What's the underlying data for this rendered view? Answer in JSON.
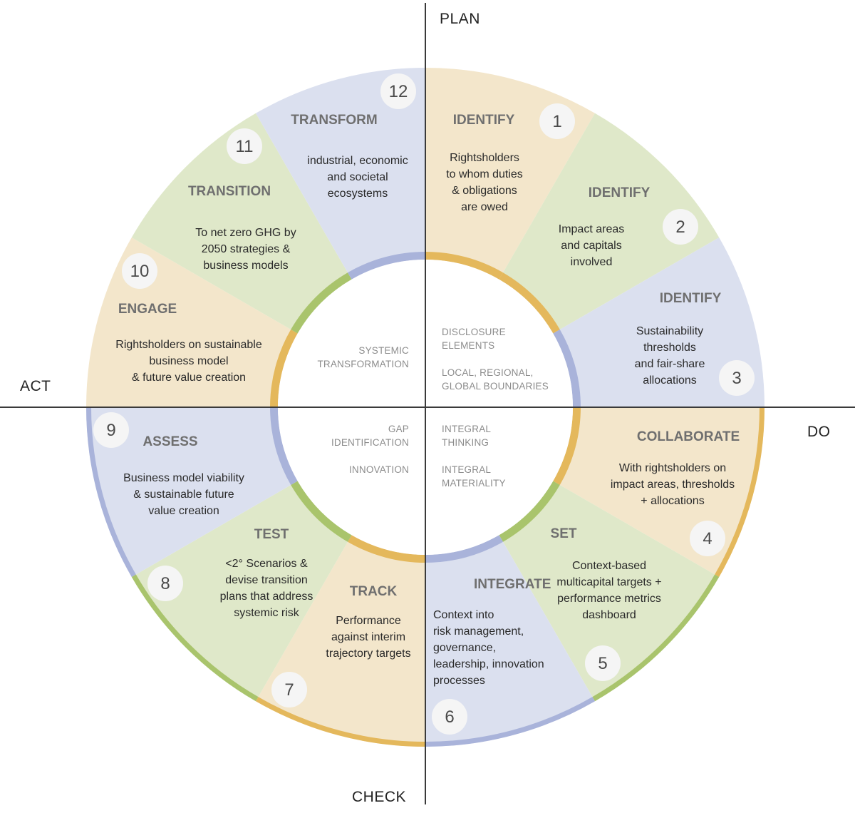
{
  "colors": {
    "tan": "#f3e6cb",
    "green": "#dfe8c9",
    "blue": "#dbe0ef",
    "tan_band": "#e4b85c",
    "green_band": "#a9c46c",
    "blue_band": "#a9b3da",
    "badge": "#f5f5f5",
    "axis": "#3a3a3a"
  },
  "axes": {
    "plan": "PLAN",
    "do": "DO",
    "check": "CHECK",
    "act": "ACT"
  },
  "segments": [
    {
      "id": "seg-1",
      "number": "1",
      "color": "tan",
      "band": "tan_band",
      "title": "IDENTIFY",
      "lines": [
        "Rightsholders",
        "to whom duties",
        "& obligations",
        "are owed"
      ]
    },
    {
      "id": "seg-2",
      "number": "2",
      "color": "green",
      "band": "tan_band",
      "title": "IDENTIFY",
      "lines": [
        "Impact areas",
        "and capitals",
        "involved"
      ]
    },
    {
      "id": "seg-3",
      "number": "3",
      "color": "blue",
      "band": "blue_band",
      "title": "IDENTIFY",
      "lines": [
        "Sustainability",
        "thresholds",
        "and fair-share",
        "allocations"
      ]
    },
    {
      "id": "seg-4",
      "number": "4",
      "color": "tan",
      "band": "tan_band",
      "title": "COLLABORATE",
      "lines": [
        "With rightsholders on",
        "impact areas, thresholds",
        "+ allocations"
      ]
    },
    {
      "id": "seg-5",
      "number": "5",
      "color": "green",
      "band": "green_band",
      "title": "SET",
      "lines": [
        "Context-based",
        "multicapital targets +",
        "performance metrics",
        "dashboard"
      ]
    },
    {
      "id": "seg-6",
      "number": "6",
      "color": "blue",
      "band": "blue_band",
      "title": "INTEGRATE",
      "lines": [
        "Context into",
        "risk management,",
        "governance,",
        "leadership, innovation",
        "processes"
      ]
    },
    {
      "id": "seg-7",
      "number": "7",
      "color": "tan",
      "band": "tan_band",
      "title": "TRACK",
      "lines": [
        "Performance",
        "against interim",
        "trajectory targets"
      ]
    },
    {
      "id": "seg-8",
      "number": "8",
      "color": "green",
      "band": "green_band",
      "title": "TEST",
      "lines": [
        "<2° Scenarios &",
        "devise transition",
        "plans that address",
        "systemic risk"
      ]
    },
    {
      "id": "seg-9",
      "number": "9",
      "color": "blue",
      "band": "blue_band",
      "title": "ASSESS",
      "lines": [
        "Business model viability",
        "& sustainable future",
        "value creation"
      ]
    },
    {
      "id": "seg-10",
      "number": "10",
      "color": "tan",
      "band": "tan_band",
      "title": "ENGAGE",
      "lines": [
        "Rightsholders on sustainable",
        "business model",
        "& future value creation"
      ]
    },
    {
      "id": "seg-11",
      "number": "11",
      "color": "green",
      "band": "green_band",
      "title": "TRANSITION",
      "lines": [
        "To net zero GHG by",
        "2050 strategies &",
        "business models"
      ]
    },
    {
      "id": "seg-12",
      "number": "12",
      "color": "blue",
      "band": "blue_band",
      "title": "TRANSFORM",
      "lines": [
        "industrial, economic",
        "and societal",
        "ecosystems"
      ]
    }
  ],
  "center": {
    "top_left": [
      "SYSTEMIC",
      "TRANSFORMATION"
    ],
    "top_right_a": [
      "DISCLOSURE",
      "ELEMENTS"
    ],
    "top_right_b": [
      "LOCAL, REGIONAL,",
      "GLOBAL BOUNDARIES"
    ],
    "bottom_left_a": [
      "GAP",
      "IDENTIFICATION"
    ],
    "bottom_left_b": [
      "INNOVATION"
    ],
    "bottom_right_a": [
      "INTEGRAL",
      "THINKING"
    ],
    "bottom_right_b": [
      "INTEGRAL",
      "MATERIALITY"
    ]
  }
}
